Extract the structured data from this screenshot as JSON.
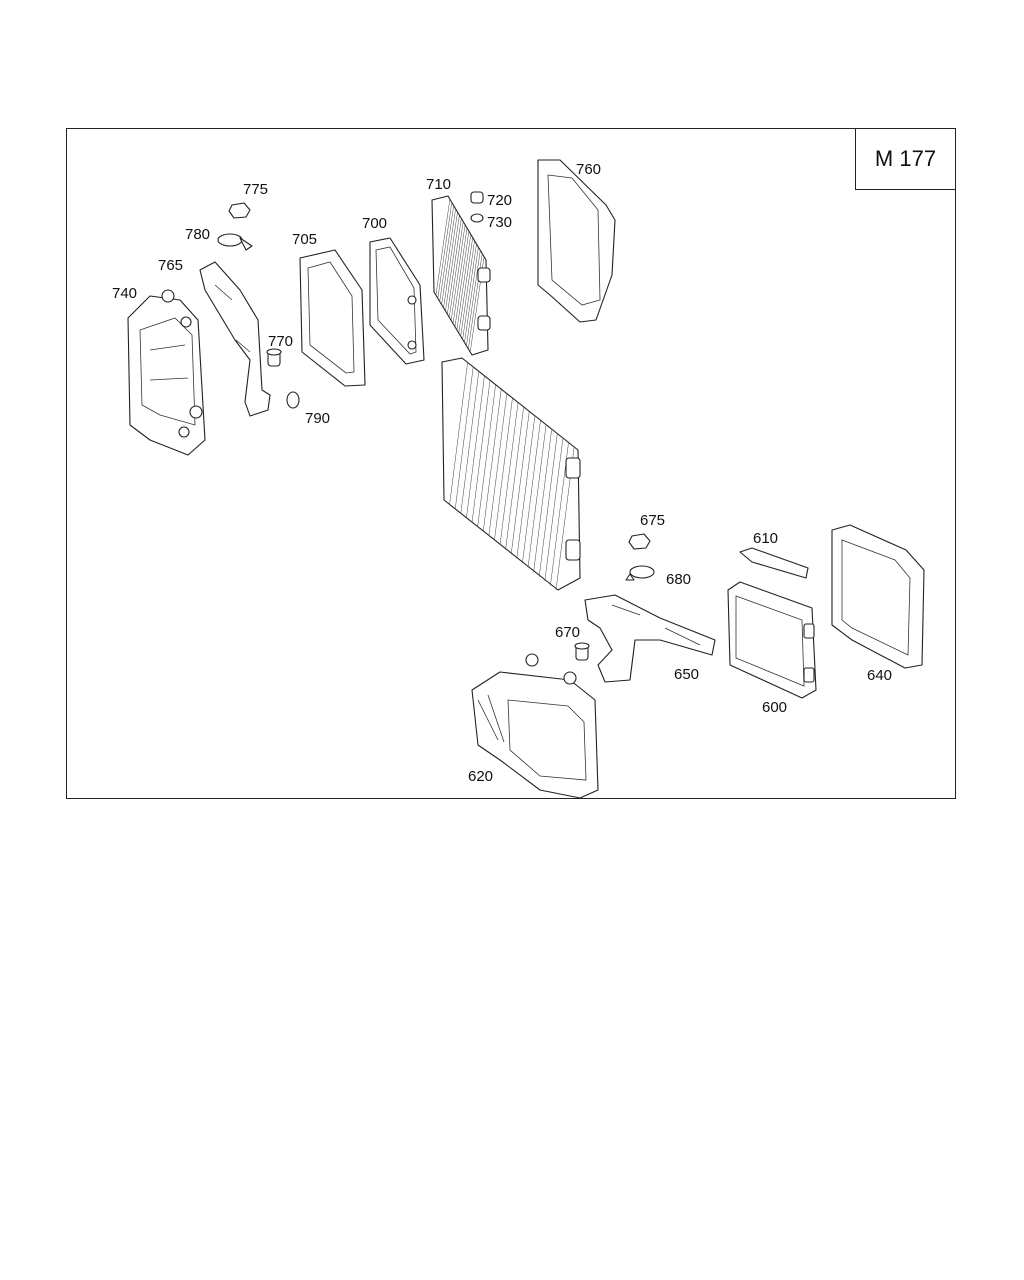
{
  "diagram_code": "M 177",
  "callouts": [
    {
      "id": "775",
      "label": "775"
    },
    {
      "id": "780",
      "label": "780"
    },
    {
      "id": "765",
      "label": "765"
    },
    {
      "id": "740",
      "label": "740"
    },
    {
      "id": "705",
      "label": "705"
    },
    {
      "id": "700",
      "label": "700"
    },
    {
      "id": "710",
      "label": "710"
    },
    {
      "id": "720",
      "label": "720"
    },
    {
      "id": "730",
      "label": "730"
    },
    {
      "id": "760",
      "label": "760"
    },
    {
      "id": "770",
      "label": "770"
    },
    {
      "id": "790",
      "label": "790"
    },
    {
      "id": "675",
      "label": "675"
    },
    {
      "id": "610",
      "label": "610"
    },
    {
      "id": "680",
      "label": "680"
    },
    {
      "id": "670",
      "label": "670"
    },
    {
      "id": "650",
      "label": "650"
    },
    {
      "id": "640",
      "label": "640"
    },
    {
      "id": "600",
      "label": "600"
    },
    {
      "id": "620",
      "label": "620"
    }
  ]
}
